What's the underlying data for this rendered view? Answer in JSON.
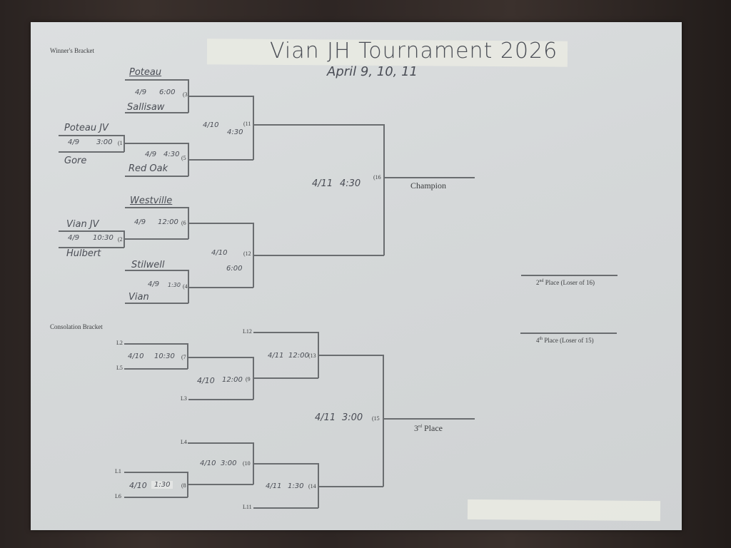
{
  "header": {
    "title": "Vian JH Tournament 2026",
    "dates": "April 9, 10, 11"
  },
  "winners_bracket": {
    "label": "Winner's Bracket",
    "round1": [
      {
        "game": "(1",
        "date": "4/9",
        "time": "3:00",
        "team_top": "Poteau JV",
        "team_bottom": "Gore"
      },
      {
        "game": "(2",
        "date": "4/9",
        "time": "10:30",
        "team_top": "Vian JV",
        "team_bottom": "Hulbert"
      }
    ],
    "round2": [
      {
        "game": "(3",
        "date": "4/9",
        "time": "6:00",
        "team_top": "Poteau",
        "team_bottom": "Sallisaw"
      },
      {
        "game": "(5",
        "date": "4/9",
        "time": "4:30",
        "team_bottom": "Red Oak"
      },
      {
        "game": "(6",
        "date": "4/9",
        "time": "12:00",
        "team_top": "Westville"
      },
      {
        "game": "(4",
        "date": "4/9",
        "time": "1:30",
        "team_top": "Stilwell",
        "team_bottom": "Vian"
      }
    ],
    "semis": [
      {
        "game": "(11",
        "date": "4/10",
        "time": "4:30"
      },
      {
        "game": "(12",
        "date": "4/10",
        "time": "6:00"
      }
    ],
    "final": {
      "game": "(16",
      "date": "4/11",
      "time": "4:30",
      "result_label": "Champion"
    }
  },
  "consolation_bracket": {
    "label": "Consolation Bracket",
    "games": [
      {
        "game": "(7",
        "date": "4/10",
        "time": "10:30",
        "top": "L2",
        "bottom": "L5"
      },
      {
        "game": "(9",
        "date": "4/10",
        "time": "12:00",
        "bottom": "L3"
      },
      {
        "game": "(13",
        "date": "4/11",
        "time": "12:00",
        "top": "L12"
      },
      {
        "game": "(8",
        "date": "4/10",
        "time": "1:30",
        "top": "L1",
        "bottom": "L6"
      },
      {
        "game": "(10",
        "date": "4/10",
        "time": "3:00",
        "top": "L4"
      },
      {
        "game": "(14",
        "date": "4/11",
        "time": "1:30",
        "bottom": "L11"
      }
    ],
    "final": {
      "game": "(15",
      "date": "4/11",
      "time": "3:00",
      "result_label_num": "3",
      "result_label_sup": "rd",
      "result_label_text": " Place"
    }
  },
  "placements": {
    "second": {
      "num": "2",
      "sup": "nd",
      "text": " Place (Loser of 16)"
    },
    "fourth": {
      "num": "4",
      "sup": "th",
      "text": " Place (Loser of 15)"
    }
  }
}
